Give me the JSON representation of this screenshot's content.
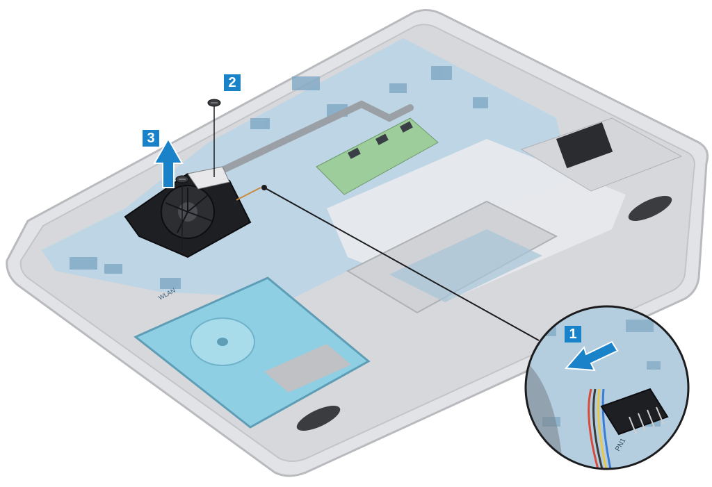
{
  "steps": [
    {
      "id": "1",
      "label": "1"
    },
    {
      "id": "2",
      "label": "2"
    },
    {
      "id": "3",
      "label": "3"
    }
  ],
  "board_labels": {
    "wlan": "WLAN",
    "pn1": "PN1"
  },
  "colors": {
    "step_badge": "#1a82c8",
    "arrow": "#1a82c8",
    "chassis": "#dcdde0",
    "board": "#b9d5e6",
    "hdd": "#8ecfe4",
    "fan": "#1e1f22"
  },
  "icons": [
    "screw-icon",
    "lift-arrow-icon",
    "push-arrow-icon"
  ]
}
